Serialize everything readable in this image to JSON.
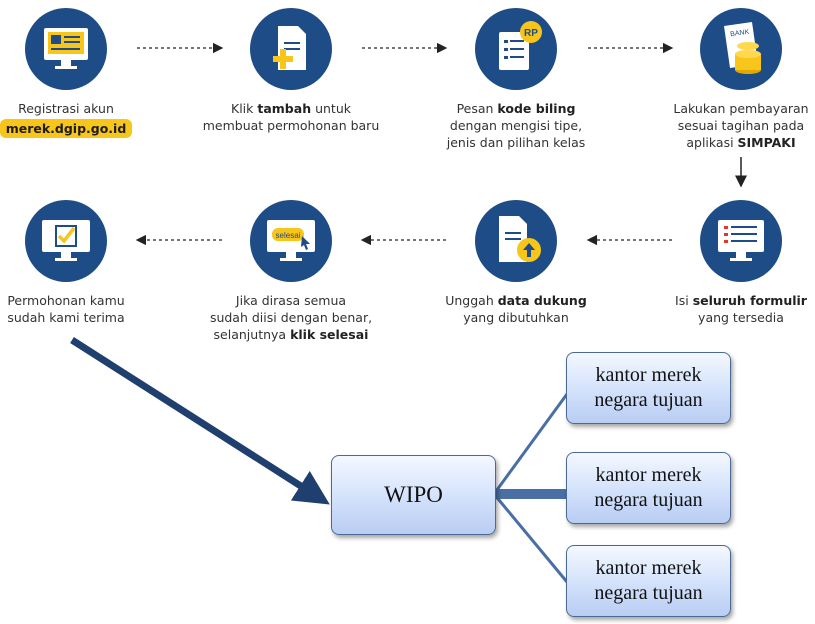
{
  "steps": [
    {
      "id": "s1",
      "icon": "registration-monitor-icon",
      "pre": "Registrasi akun",
      "badge": "merek.dgip.go.id"
    },
    {
      "id": "s2",
      "icon": "add-document-icon",
      "pre": "Klik ",
      "bold": "tambah",
      "post": " untuk",
      "line2": "membuat permohonan baru"
    },
    {
      "id": "s3",
      "icon": "billing-code-receipt-icon",
      "pre": "Pesan ",
      "bold": "kode biling",
      "line2": "dengan mengisi tipe,",
      "line3": "jenis dan pilihan kelas",
      "rp": "RP"
    },
    {
      "id": "s4",
      "icon": "bank-payment-coins-icon",
      "line1": "Lakukan pembayaran",
      "line2": "sesuai tagihan pada",
      "pre3": "aplikasi ",
      "bold3": "SIMPAKI",
      "bank": "BANK"
    },
    {
      "id": "s5",
      "icon": "form-checklist-icon",
      "pre": "Isi ",
      "bold": "seluruh formulir",
      "line2": "yang tersedia"
    },
    {
      "id": "s6",
      "icon": "upload-document-icon",
      "pre": "Unggah ",
      "bold": "data dukung",
      "line2": "yang dibutuhkan"
    },
    {
      "id": "s7",
      "icon": "click-finish-monitor-icon",
      "line1": "Jika dirasa semua",
      "line2": "sudah diisi dengan benar,",
      "pre3": "selanjutnya ",
      "bold3": "klik selesai",
      "btn": "selesai"
    },
    {
      "id": "s8",
      "icon": "checked-monitor-icon",
      "line1": "Permohonan kamu",
      "line2": "sudah kami terima"
    }
  ],
  "wipo": {
    "label": "WIPO"
  },
  "destinations": [
    {
      "line1": "kantor merek",
      "line2": "negara tujuan"
    },
    {
      "line1": "kantor merek",
      "line2": "negara tujuan"
    },
    {
      "line1": "kantor merek",
      "line2": "negara tujuan"
    }
  ],
  "colors": {
    "circle": "#1d4c86",
    "accent": "#f8c51b",
    "arrow": "#1f3f6e",
    "box_border": "#4a6a93"
  }
}
